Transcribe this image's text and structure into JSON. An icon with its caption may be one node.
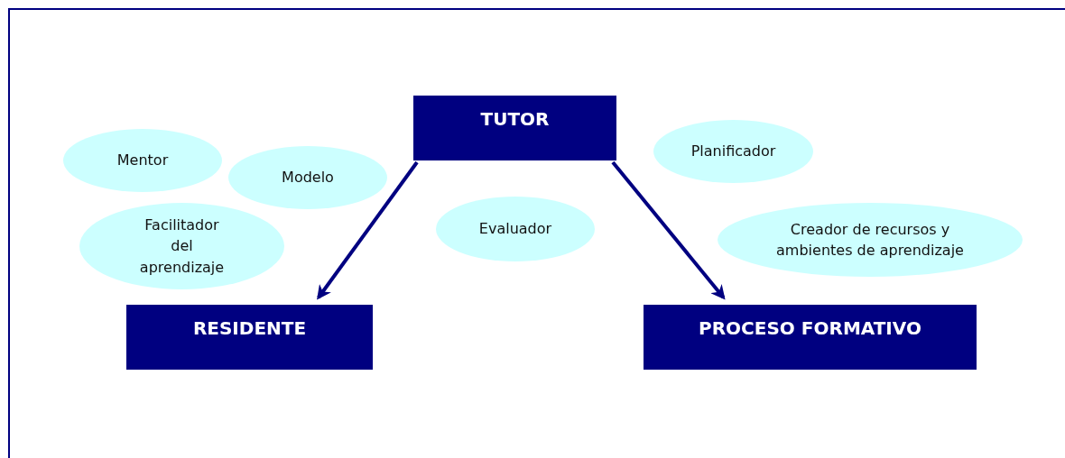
{
  "diagram": {
    "nodes": [
      {
        "text": [
          "TUTOR"
        ]
      },
      {
        "text": [
          "Mentor"
        ]
      },
      {
        "text": [
          "Modelo"
        ]
      },
      {
        "text": [
          "Facilitador del aprendizaje"
        ]
      },
      {
        "text": [
          "Evaluador"
        ]
      },
      {
        "text": [
          "Planificador"
        ]
      },
      {
        "text": [
          "Creador de recursos y ambientes de aprendizaje"
        ]
      },
      {
        "text": [
          "RESIDENTE"
        ]
      },
      {
        "text": [
          "PROCESO FORMATIVO"
        ]
      }
    ],
    "edges": [
      {
        "from": 0,
        "to": 7,
        "arrow": "to"
      },
      {
        "from": 0,
        "to": 8,
        "arrow": "to"
      }
    ]
  }
}
